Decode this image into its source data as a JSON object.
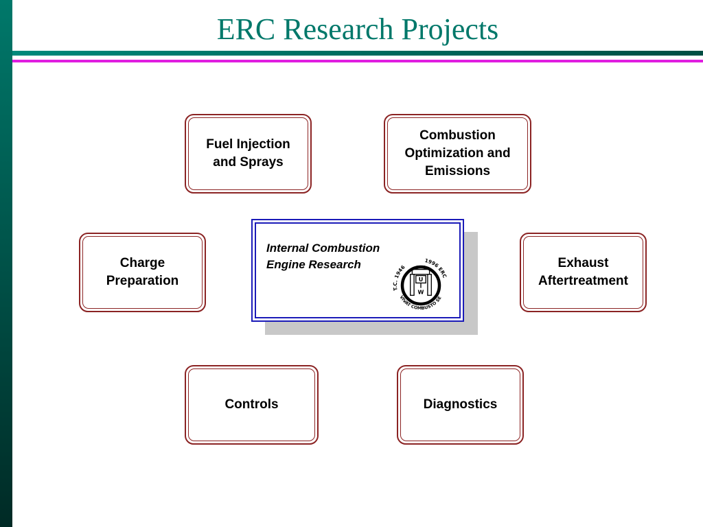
{
  "page": {
    "title": "ERC Research Projects"
  },
  "colors": {
    "title": "#00786a",
    "sidebar": "#00584e",
    "rule_teal": "#00897b",
    "rule_magenta": "#e01ee0",
    "box_border": "#8b2323",
    "center_border": "#1a1ab8",
    "center_shadow": "#c8c8c8"
  },
  "center": {
    "label": "Internal Combustion\nEngine Research",
    "logo": {
      "icon": "uw-erc-seal-icon",
      "left_text": "T.C. 1946",
      "right_text": "1996 ERC",
      "bottom_text": "VIVAT COMBUSTO SEMPER",
      "letter_top": "U",
      "letter_bottom": "W"
    }
  },
  "boxes": {
    "fuel_injection": "Fuel Injection\nand Sprays",
    "combustion": "Combustion\nOptimization and\nEmissions",
    "charge": "Charge\nPreparation",
    "exhaust": "Exhaust\nAftertreatment",
    "controls": "Controls",
    "diagnostics": "Diagnostics"
  }
}
